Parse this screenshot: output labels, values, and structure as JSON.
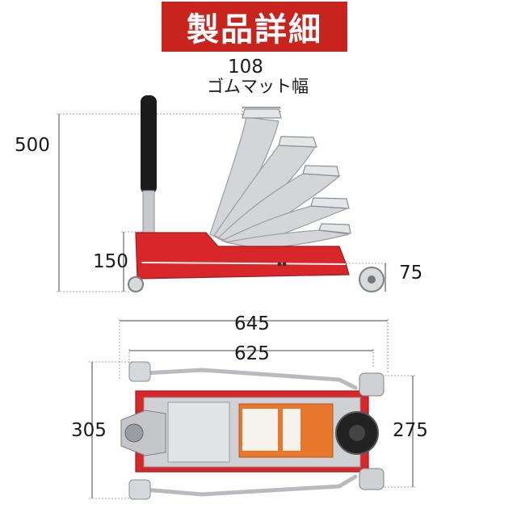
{
  "banner": {
    "title": "製品詳細",
    "color": "#c9231e"
  },
  "dimensions": {
    "pad_width": "108",
    "pad_width_label": "ゴムマット幅",
    "max_height": "500",
    "min_height": "150",
    "wheel_height": "75",
    "total_length": "645",
    "frame_length": "625",
    "total_width": "305",
    "rear_width": "275"
  },
  "colors": {
    "frame_red": "#d8262a",
    "arm_gray": "#cfd1d4",
    "label_orange": "#e8772e",
    "handle_black": "#1c1c1c"
  }
}
